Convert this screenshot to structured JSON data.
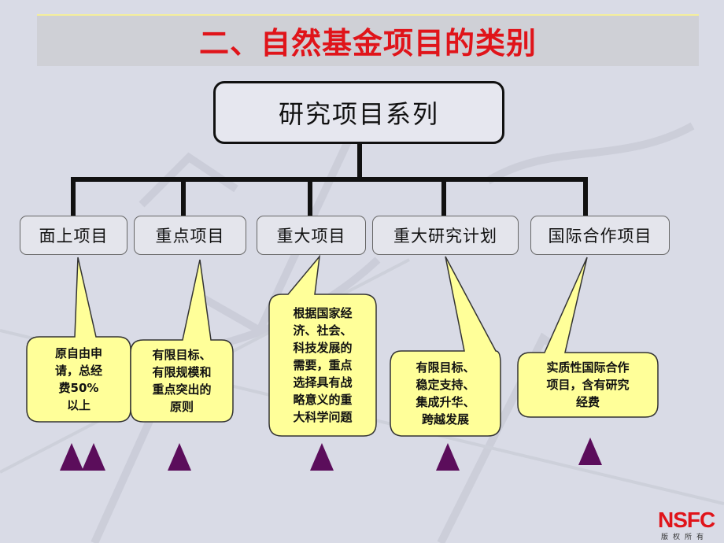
{
  "title": "二、自然基金项目的类别",
  "root": "研究项目系列",
  "categories": [
    {
      "label": "面上项目",
      "note": "原自由申\n请，总经\n费50%\n以上"
    },
    {
      "label": "重点项目",
      "note": "有限目标、\n有限规模和\n重点突出的\n原则"
    },
    {
      "label": "重大项目",
      "note": "根据国家经\n济、社会、\n科技发展的\n需要，重点\n选择具有战\n略意义的重\n大科学问题"
    },
    {
      "label": "重大研究计划",
      "note": "有限目标、\n稳定支持、\n集成升华、\n跨越发展"
    },
    {
      "label": "国际合作项目",
      "note": "实质性国际合作\n项目，含有研究\n经费"
    }
  ],
  "logo": {
    "main": "NSFC",
    "sub": "版权所有"
  },
  "colors": {
    "title": "#e0141a",
    "bubble": "#ffff99",
    "triangle": "#5b0d5b"
  }
}
